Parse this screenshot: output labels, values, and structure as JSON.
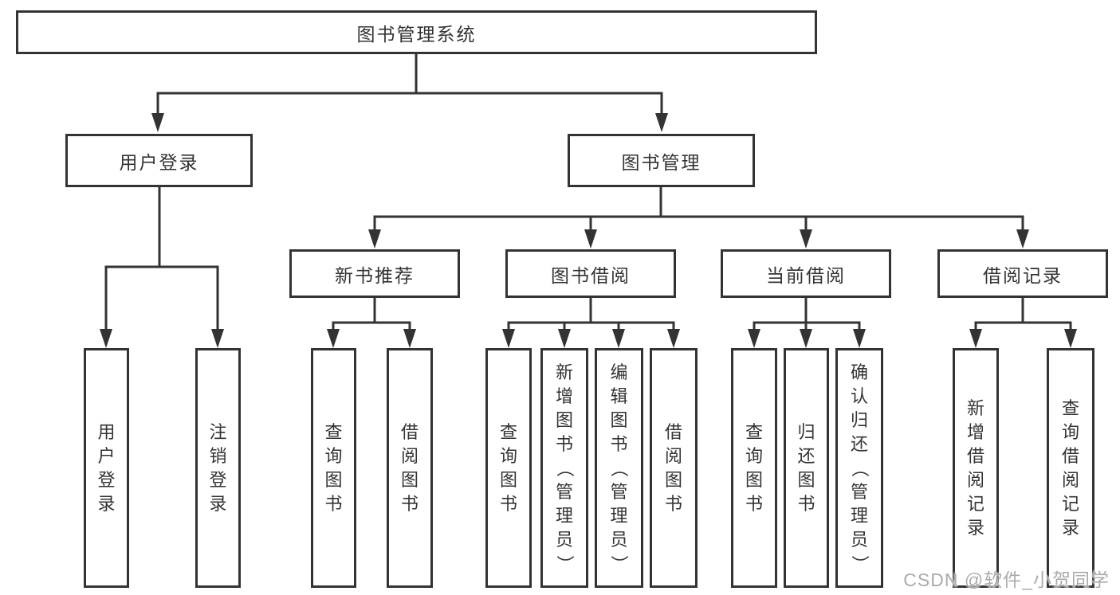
{
  "diagram": {
    "root_label": "图书管理系统",
    "level2": [
      {
        "label": "用户登录"
      },
      {
        "label": "图书管理"
      }
    ],
    "user_login_leaves": [
      "用户登录",
      "注销登录"
    ],
    "level3": [
      {
        "label": "新书推荐",
        "leaves": [
          "查询图书",
          "借阅图书"
        ]
      },
      {
        "label": "图书借阅",
        "leaves": [
          "查询图书",
          "新增图书（管理员）",
          "编辑图书（管理员）",
          "借阅图书"
        ]
      },
      {
        "label": "当前借阅",
        "leaves": [
          "查询图书",
          "归还图书",
          "确认归还（管理员）"
        ]
      },
      {
        "label": "借阅记录",
        "leaves": [
          "新增借阅记录",
          "查询借阅记录"
        ]
      }
    ]
  },
  "watermark": {
    "text": "CSDN @软件_小贺同学"
  },
  "colors": {
    "line": "#333333",
    "text": "#333333",
    "watermark": "#ababab",
    "background": "#ffffff"
  }
}
